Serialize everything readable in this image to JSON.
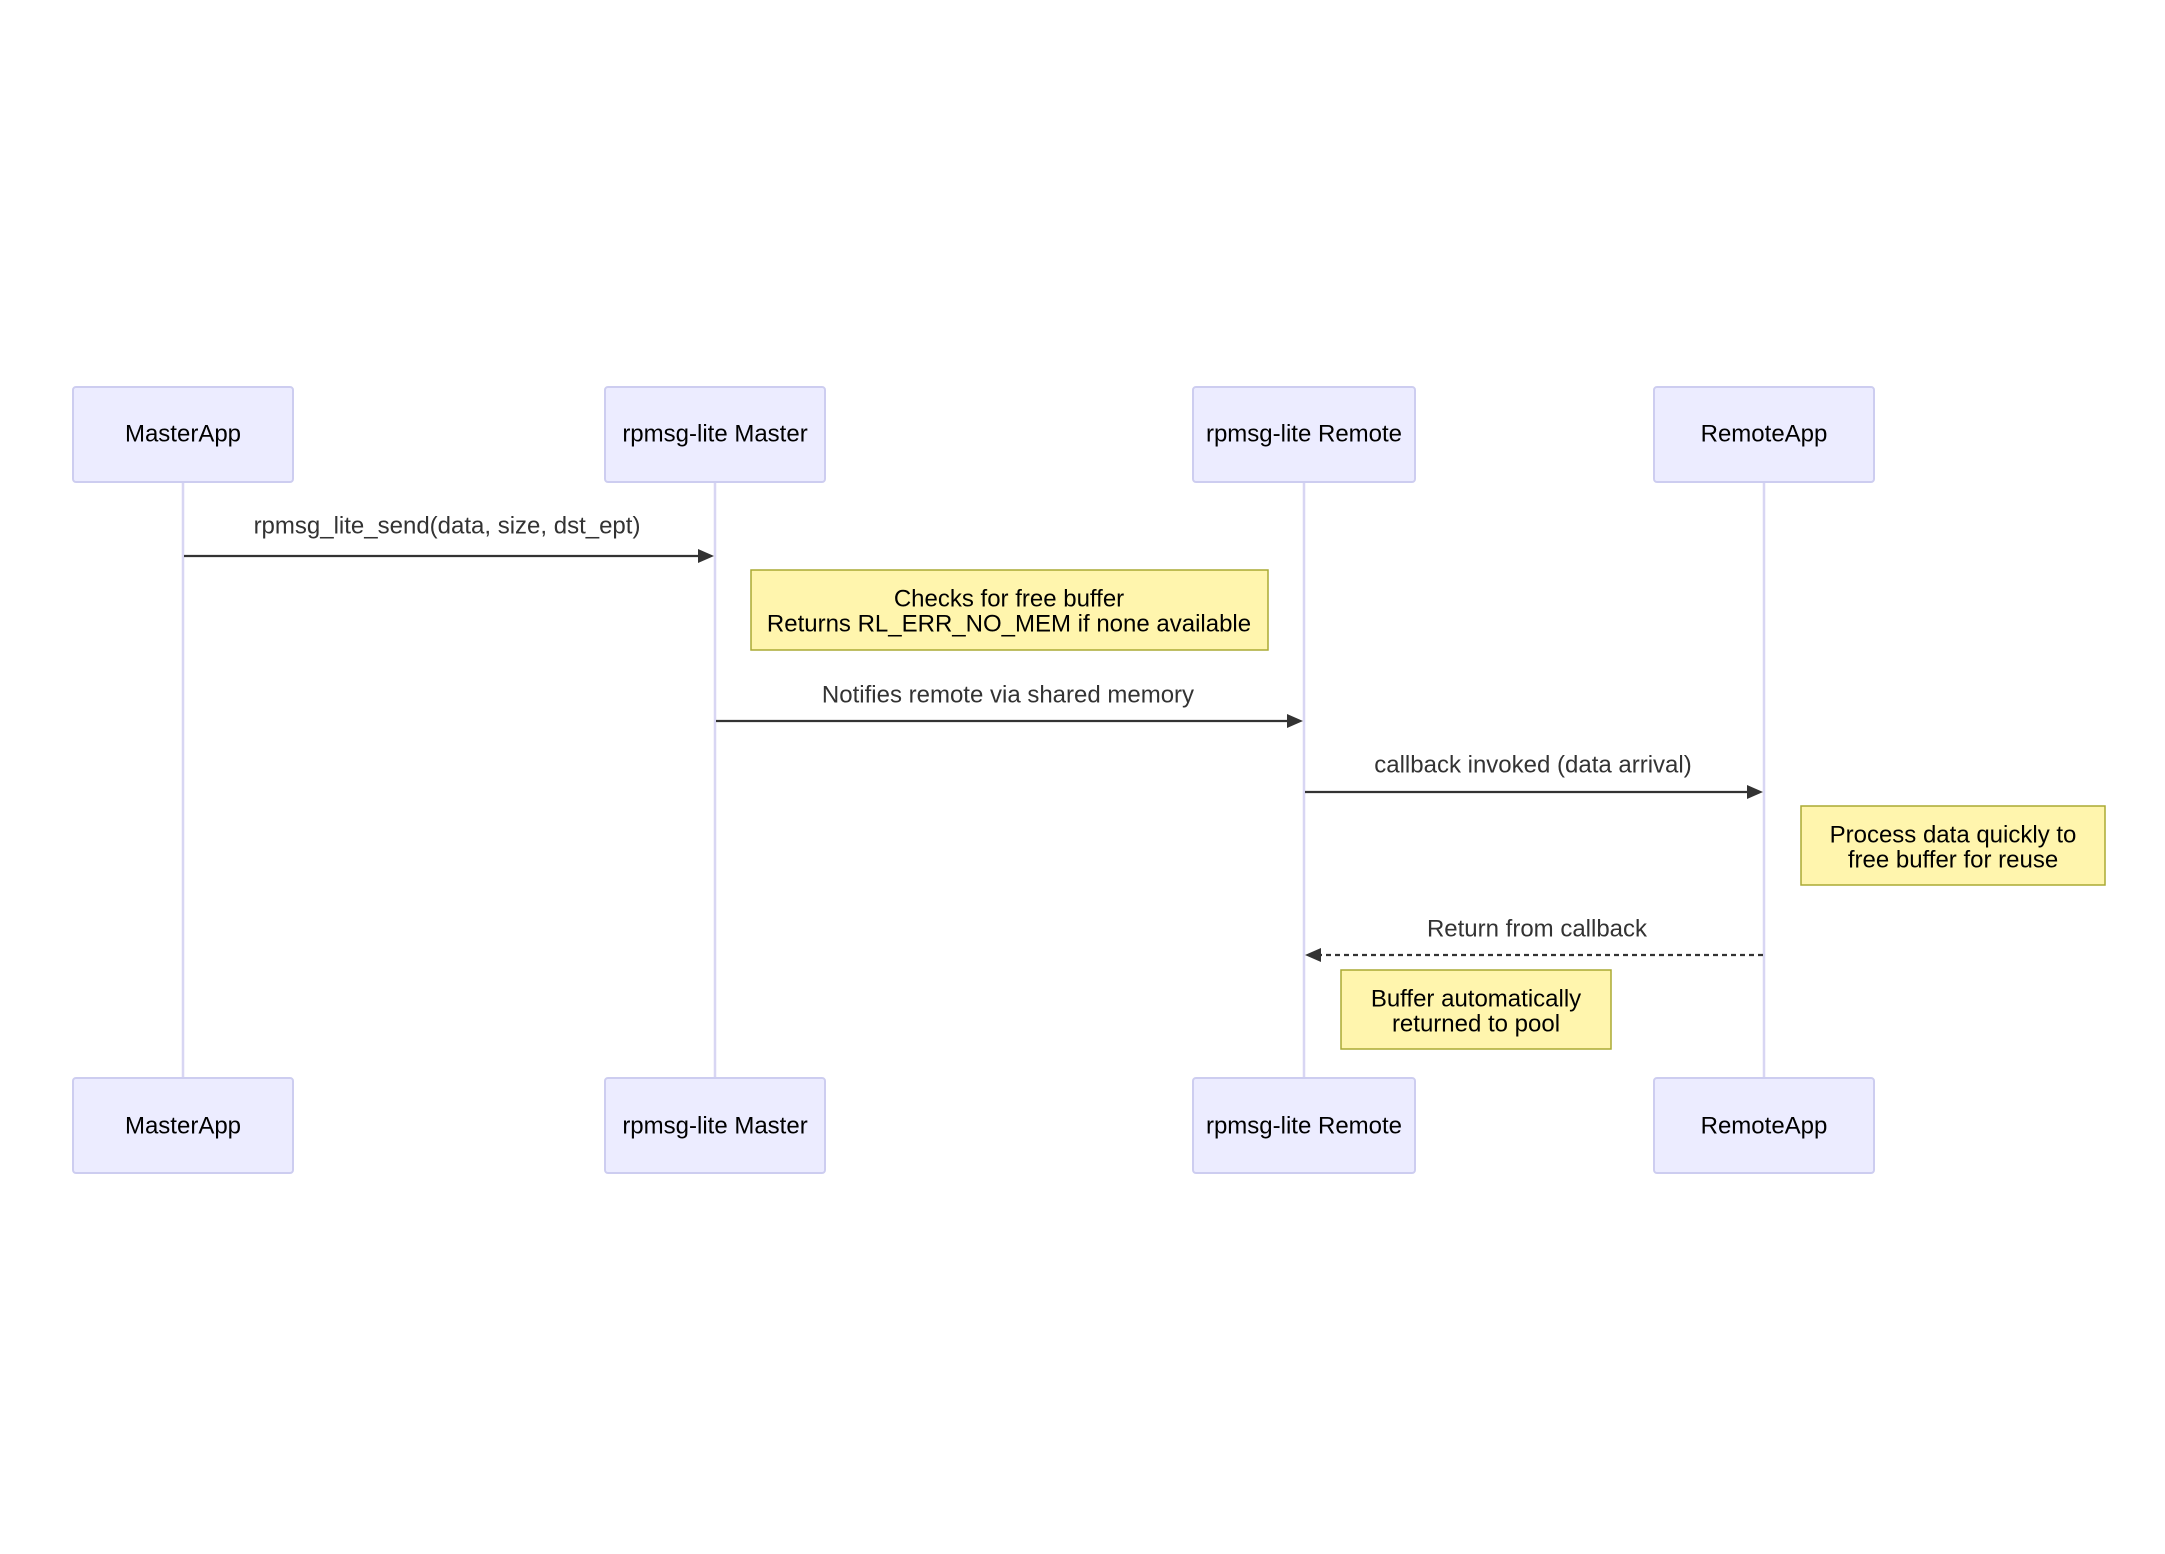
{
  "participants": [
    {
      "id": "master_app",
      "label": "MasterApp"
    },
    {
      "id": "rpmsg_master",
      "label": "rpmsg-lite Master"
    },
    {
      "id": "rpmsg_remote",
      "label": "rpmsg-lite Remote"
    },
    {
      "id": "remote_app",
      "label": "RemoteApp"
    }
  ],
  "messages": [
    {
      "from": "master_app",
      "to": "rpmsg_master",
      "label": "rpmsg_lite_send(data, size, dst_ept)",
      "style": "solid"
    },
    {
      "from": "rpmsg_master",
      "to": "rpmsg_remote",
      "label": "Notifies remote via shared memory",
      "style": "solid"
    },
    {
      "from": "rpmsg_remote",
      "to": "remote_app",
      "label": "callback invoked (data arrival)",
      "style": "solid"
    },
    {
      "from": "remote_app",
      "to": "rpmsg_remote",
      "label": "Return from callback",
      "style": "dashed"
    }
  ],
  "notes": [
    {
      "lines": [
        "Checks for free buffer",
        "Returns RL_ERR_NO_MEM if none available"
      ],
      "placement": "over rpmsg-lite Master, rpmsg-lite Remote"
    },
    {
      "lines": [
        "Process data quickly to",
        "free buffer for reuse"
      ],
      "placement": "right of RemoteApp"
    },
    {
      "lines": [
        "Buffer automatically",
        "returned to pool"
      ],
      "placement": "right of rpmsg-lite Remote"
    }
  ],
  "colors": {
    "actor_fill": "#ececff",
    "actor_stroke": "#cdcdf0",
    "note_fill": "#fff5ad",
    "note_stroke": "#aaaa33",
    "line": "#333333"
  }
}
